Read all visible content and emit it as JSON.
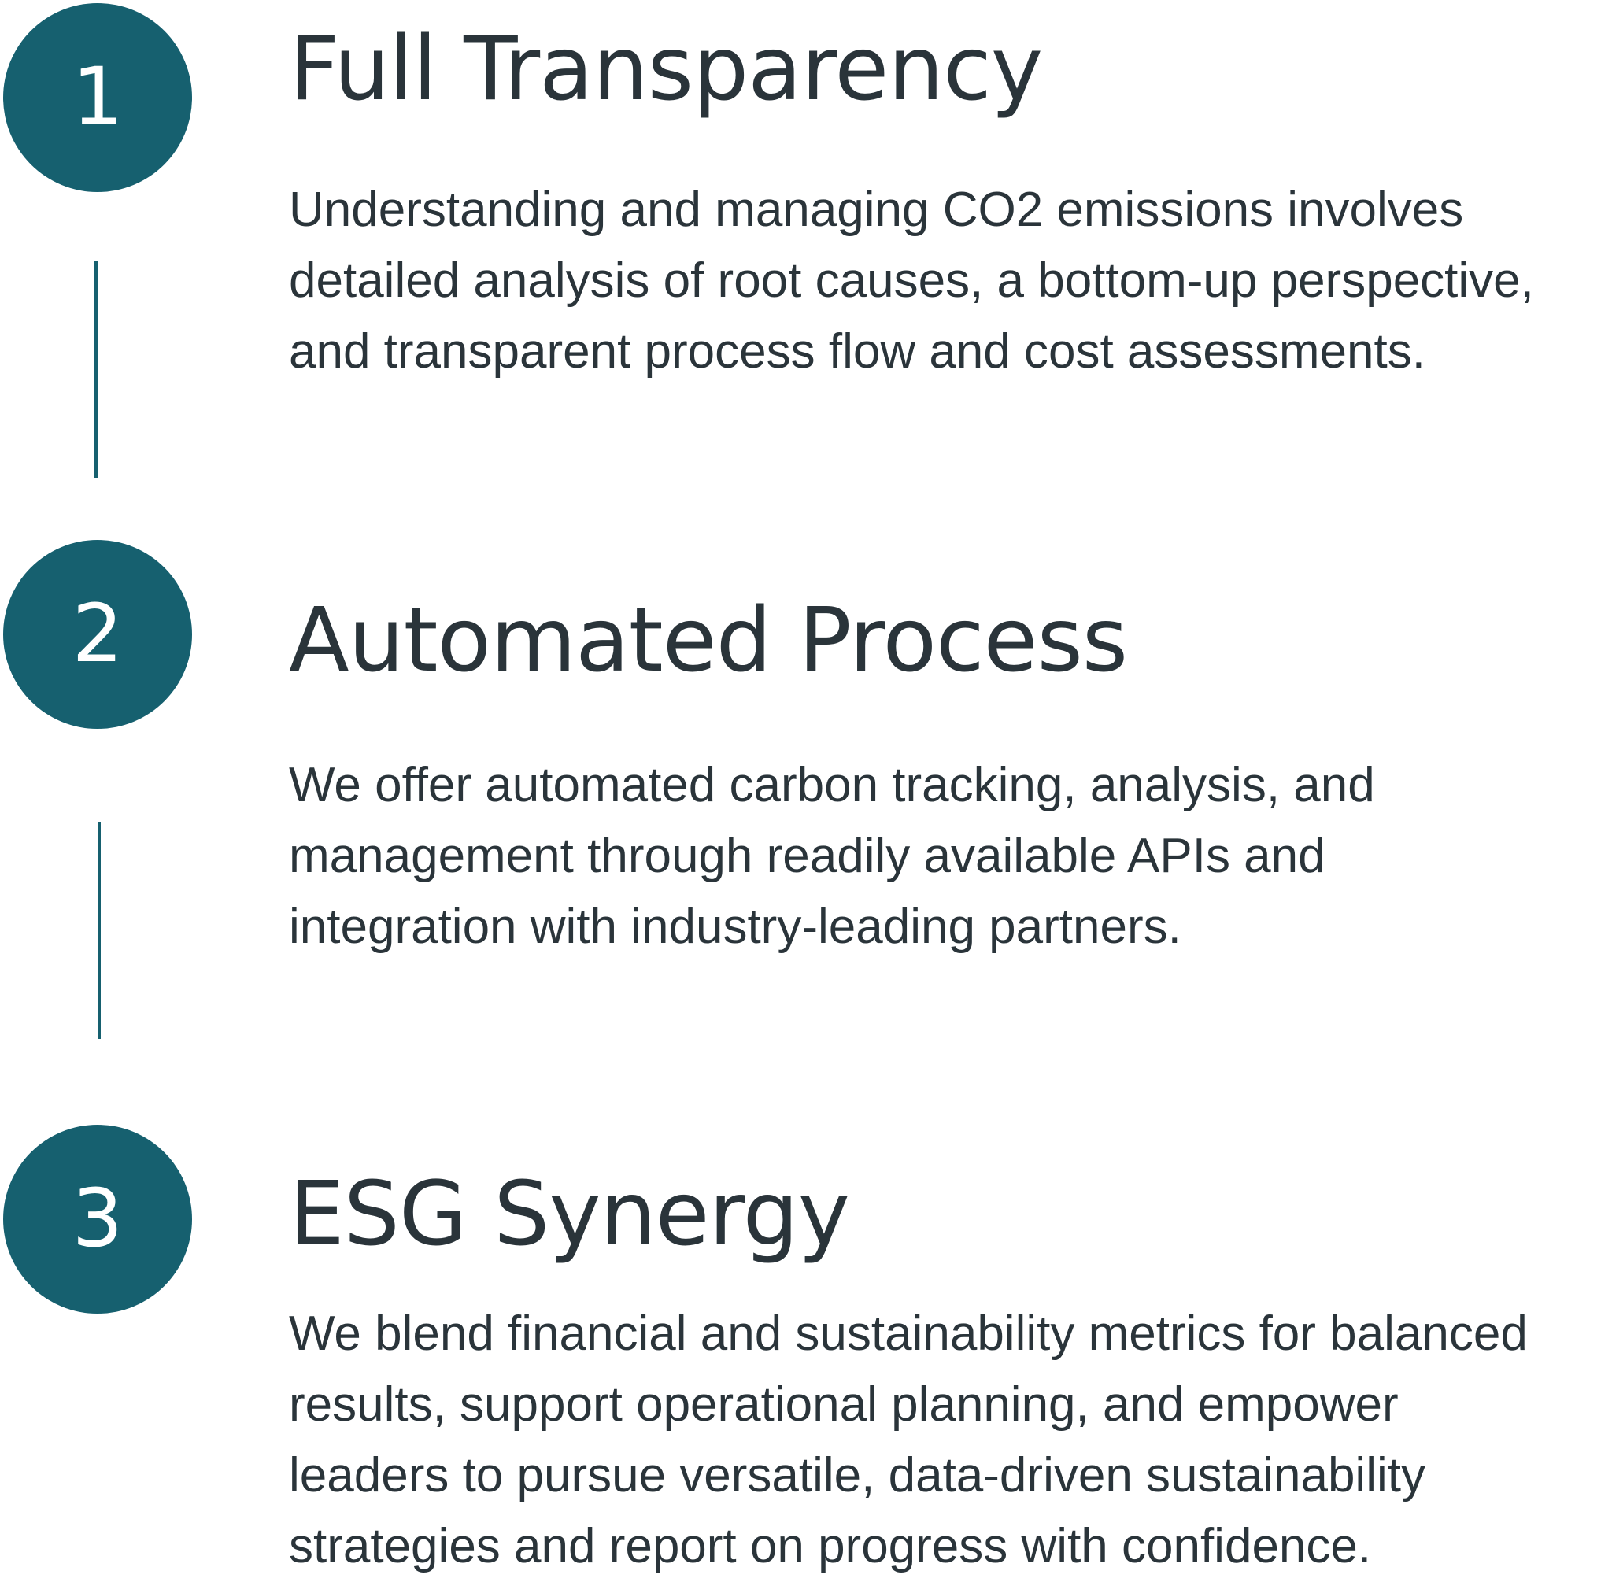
{
  "accent_color": "#16606f",
  "text_color": "#2a343a",
  "steps": [
    {
      "number": "1",
      "title": "Full Transparency",
      "body": "Understanding and managing CO2 emissions involves\ndetailed analysis of root causes, a bottom-up perspective,\nand transparent process flow and cost assessments."
    },
    {
      "number": "2",
      "title": "Automated Process",
      "body": "We offer automated carbon tracking, analysis, and\nmanagement through readily available APIs and\nintegration with industry-leading partners."
    },
    {
      "number": "3",
      "title": "ESG Synergy",
      "body": "We blend financial and sustainability metrics for balanced\nresults, support operational planning, and empower\nleaders to pursue versatile, data-driven sustainability\nstrategies and report on progress with confidence."
    }
  ]
}
